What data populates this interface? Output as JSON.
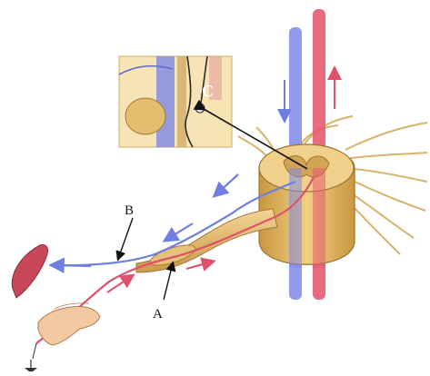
{
  "labels": {
    "a": "A",
    "b": "B",
    "c": "C"
  },
  "colors": {
    "sensory_red": "#e0506a",
    "motor_blue": "#6f7fe0",
    "nerve_tan": "#e2bd72",
    "nerve_shadow": "#b98a3e",
    "tissue_tan": "#f1dca3",
    "muscle_red": "#c8485a",
    "skin": "#f2c9a0"
  }
}
